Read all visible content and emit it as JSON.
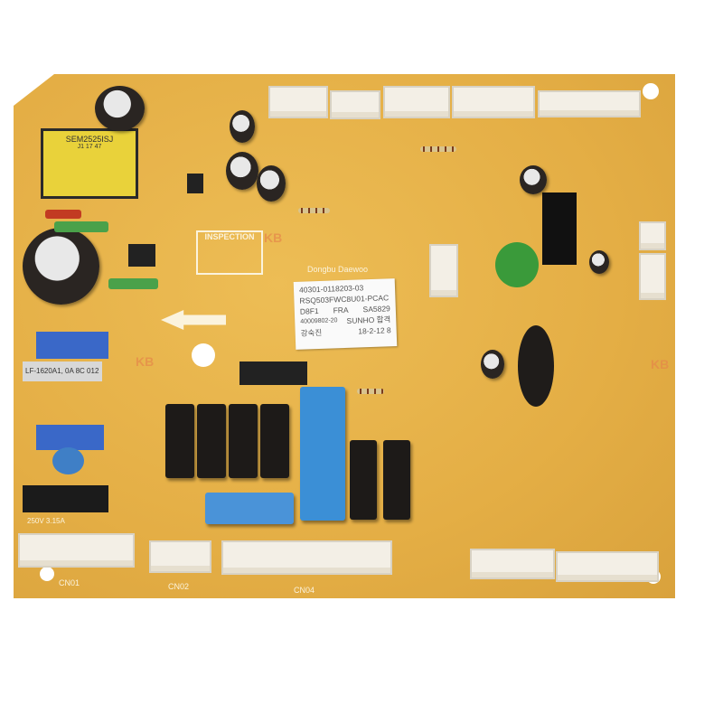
{
  "board": {
    "transformer_marking": [
      "SEM2525ISJ",
      "J1 17 47"
    ],
    "filter_marking": "LF-1620A1, 0A 8C 012",
    "inspection_box": "INSPECTION",
    "maker_silkscreen": "Dongbu Daewoo",
    "logo_mark": "KB",
    "fuse_rating": "250V 3.15A",
    "connectors": [
      "CN01",
      "CN02",
      "CN04"
    ],
    "sticker": {
      "line1": "40301-0118203-03",
      "line2": "RSQ503FWC8U01-PCAC",
      "line3_left": "D8F1",
      "line3_mid": "FRA",
      "line3_right": "SA5829",
      "line4_left": "40009802-20",
      "line4_right": "SUNHO 합격",
      "line5_left": "강숙진",
      "line5_right": "18-2-12 8"
    }
  },
  "colors": {
    "board": "#e4ae45",
    "relay_blue": "#3b8fd6",
    "relay_black": "#1d1a18"
  }
}
